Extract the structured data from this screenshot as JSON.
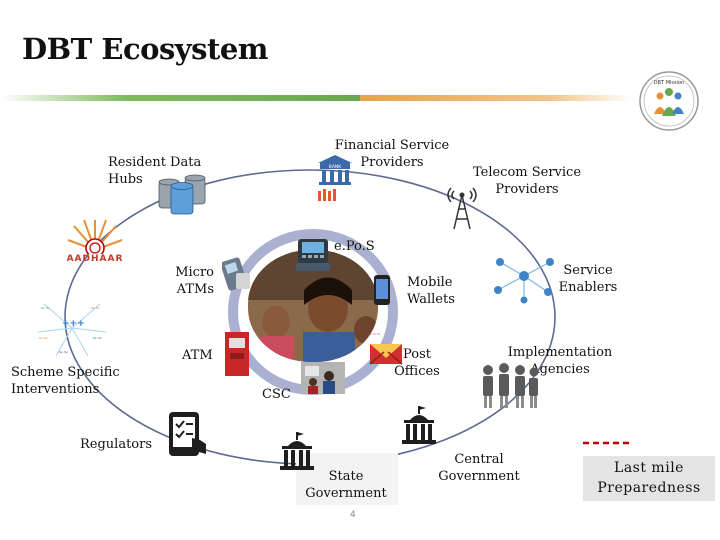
{
  "title": "DBT Ecosystem",
  "logo": {
    "text": "DBT Mission"
  },
  "labels": {
    "resident_data_hubs": "Resident Data Hubs",
    "financial_service_providers": "Financial Service Providers",
    "telecom_service_providers": "Telecom Service Providers",
    "aadhaar": "AADHAAR",
    "micro_atms": "Micro ATMs",
    "epos": "e.Po.S",
    "mobile_wallets": "Mobile Wallets",
    "service_enablers": "Service Enablers",
    "atm": "ATM",
    "post_offices": "Post Offices",
    "implementation_agencies": "Implementation Agencies",
    "scheme_specific_interventions": "Scheme Specific Interventions",
    "csc": "CSC",
    "regulators": "Regulators",
    "state_government": "State Government",
    "central_government": "Central Government",
    "last_mile_preparedness": "Last mile Preparedness",
    "bank_sign": "BANK"
  },
  "page_number": "4",
  "colors": {
    "green_bar": "#6aa84f",
    "orange_bar": "#e69138",
    "ring": "#5b6a8f",
    "inner_ring": "#9aa2c8",
    "dash": "#c00000"
  }
}
